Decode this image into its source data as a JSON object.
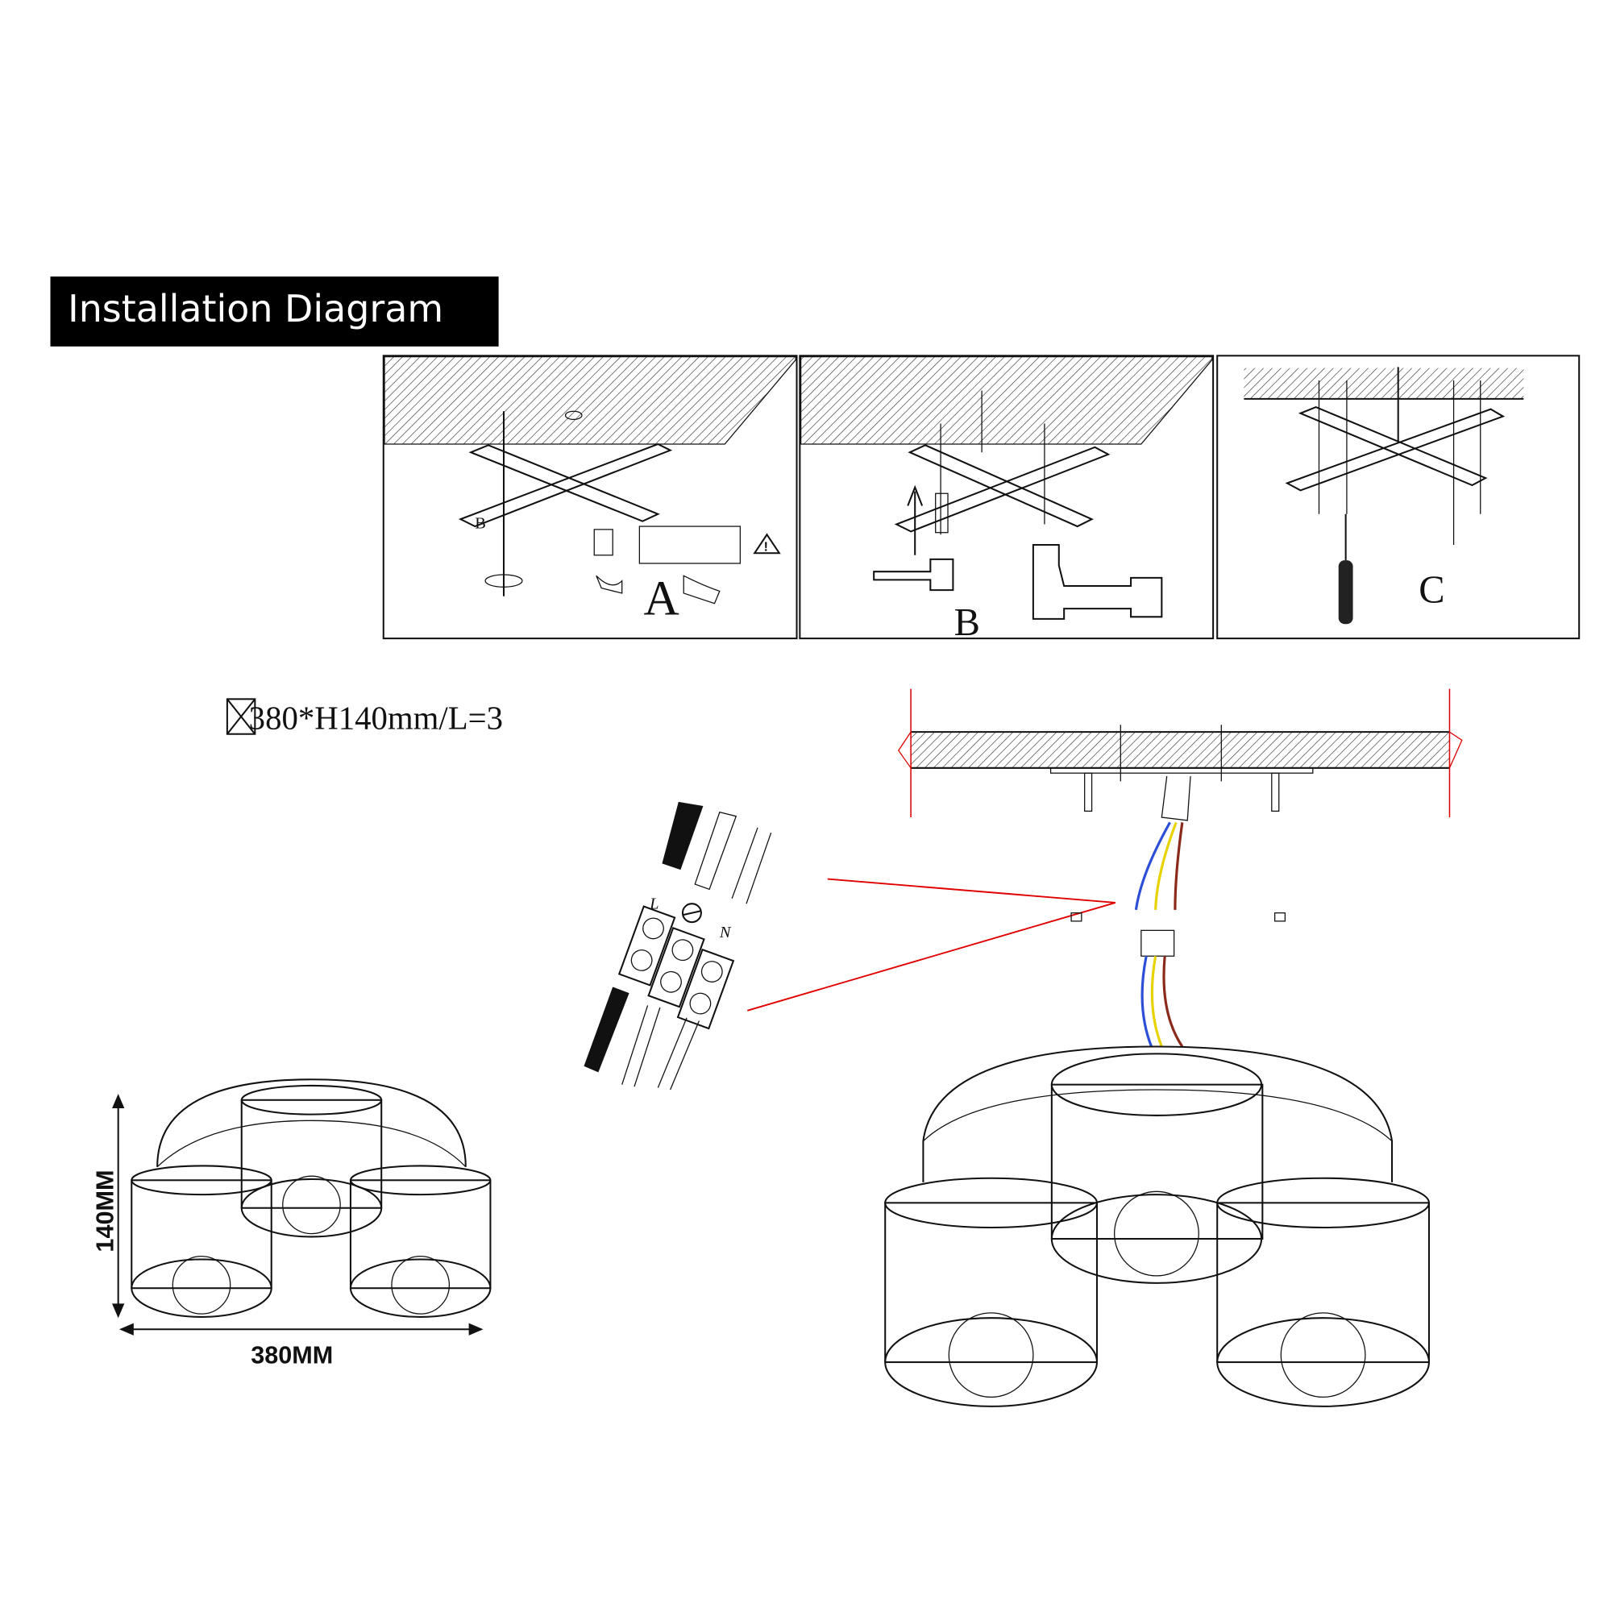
{
  "header": {
    "title": "Installation Diagram"
  },
  "steps": [
    {
      "label": "A",
      "sub_label": "B"
    },
    {
      "label": "B"
    },
    {
      "label": "C"
    }
  ],
  "spec": {
    "text": "380*H140mm/L=3",
    "icon": "diameter-icon"
  },
  "dimensions": {
    "height": "140MM",
    "width": "380MM"
  },
  "wiring": {
    "live": "L",
    "neutral": "N",
    "earth_icon": "ground-icon"
  },
  "colors": {
    "title_bg": "#000000",
    "leader": "#e00000",
    "wire_blue": "#2b4fd6",
    "wire_yellow": "#e8d200",
    "wire_brown": "#8b2a1a"
  }
}
